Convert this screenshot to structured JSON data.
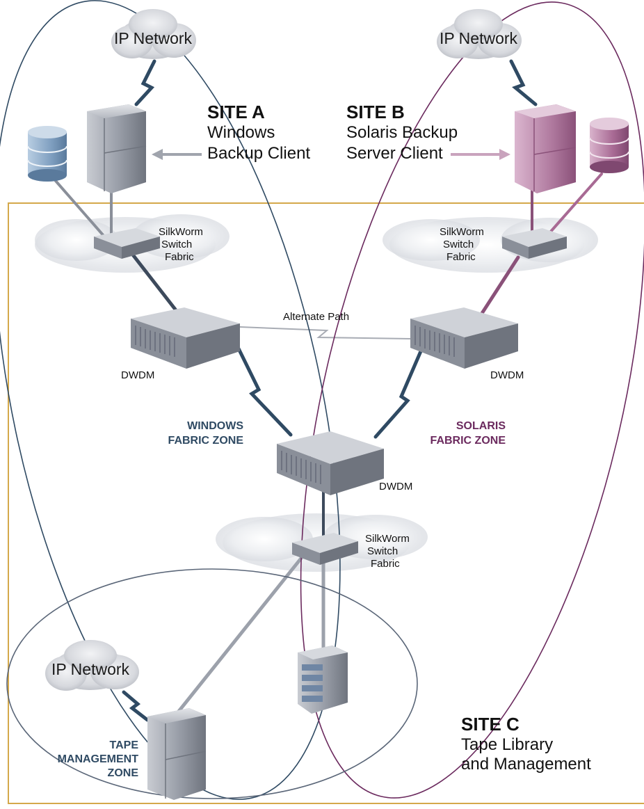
{
  "clouds": {
    "ip_network_a": "IP Network",
    "ip_network_b": "IP Network",
    "ip_network_c": "IP Network"
  },
  "site_a": {
    "title": "SITE A",
    "line1": "Windows",
    "line2": "Backup Client"
  },
  "site_b": {
    "title": "SITE B",
    "line1": "Solaris Backup",
    "line2": "Server Client"
  },
  "site_c": {
    "title": "SITE C",
    "line1": "Tape Library",
    "line2": "and Management"
  },
  "switch_fabric": {
    "line1": "SilkWorm",
    "line2": "Switch",
    "line3": "Fabric"
  },
  "dwdm_label": "DWDM",
  "alternate_path": "Alternate Path",
  "zones": {
    "windows": {
      "line1": "WINDOWS",
      "line2": "FABRIC ZONE"
    },
    "solaris": {
      "line1": "SOLARIS",
      "line2": "FABRIC ZONE"
    },
    "tape": {
      "line1": "TAPE",
      "line2": "MANAGEMENT",
      "line3": "ZONE"
    }
  },
  "colors": {
    "windows_zone": "#2f4a63",
    "solaris_zone": "#6b2a5e",
    "tape_zone": "#5a6678",
    "site_border": "#d4a84a",
    "device_gray": "#8a8f99",
    "solaris_device": "#a86a94",
    "storage_blue": "#7f9fc0"
  },
  "icons": [
    "cloud-icon",
    "server-icon",
    "database-icon",
    "switch-icon",
    "dwdm-icon",
    "tape-library-icon",
    "lightning-link-icon"
  ]
}
